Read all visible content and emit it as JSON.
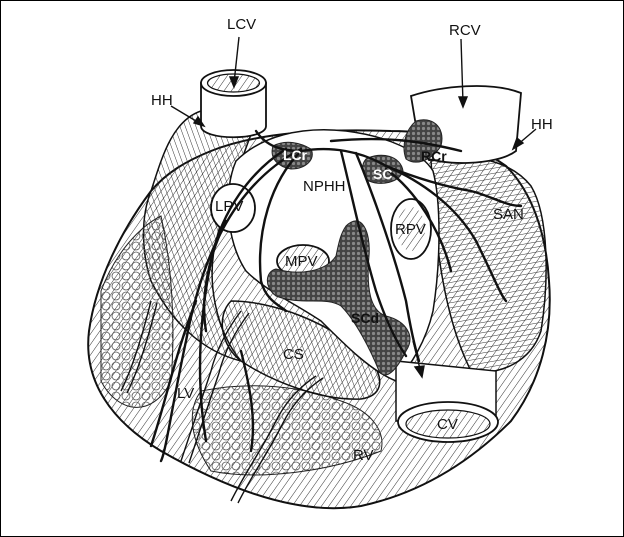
{
  "figure": {
    "labels": {
      "lcv": "LCV",
      "rcv": "RCV",
      "hh_left": "HH",
      "hh_right": "HH",
      "lcr": "LCr",
      "rcr": "RCr",
      "sc": "SC",
      "nphh": "NPHH",
      "lpv": "LPV",
      "rpv": "RPV",
      "mpv": "MPV",
      "san": "SAN",
      "scd": "SCd",
      "cs": "CS",
      "lv": "LV",
      "rv": "RV",
      "cv": "CV"
    }
  }
}
